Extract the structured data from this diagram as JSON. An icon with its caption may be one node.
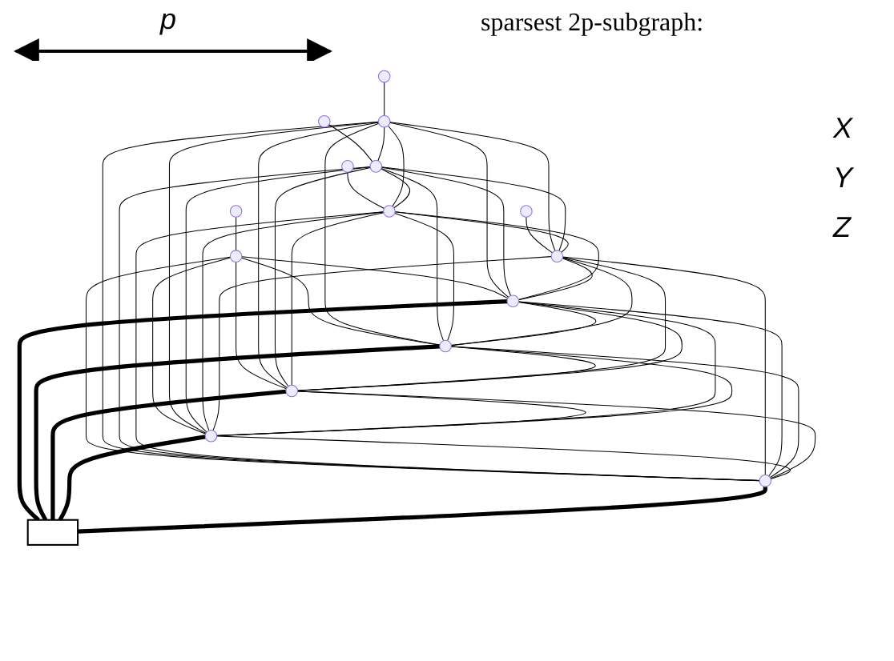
{
  "diagram": {
    "nodes": [
      {
        "text": [],
        "shape": "circle"
      },
      {
        "text": [],
        "shape": "circle"
      },
      {
        "text": [],
        "shape": "circle"
      },
      {
        "text": [],
        "shape": "circle"
      },
      {
        "text": [],
        "shape": "circle"
      },
      {
        "text": [],
        "shape": "circle"
      },
      {
        "text": [],
        "shape": "circle"
      },
      {
        "text": [],
        "shape": "circle"
      },
      {
        "text": [],
        "shape": "circle"
      },
      {
        "text": [],
        "shape": "circle"
      },
      {
        "text": [],
        "shape": "circle"
      },
      {
        "text": [],
        "shape": "circle"
      },
      {
        "text": [],
        "shape": "circle"
      },
      {
        "text": [],
        "shape": "circle"
      },
      {
        "text": [],
        "shape": "circle"
      },
      {
        "text": [],
        "shape": "box"
      }
    ],
    "edges": [
      {
        "from": 0,
        "to": 5,
        "arrow": "none"
      },
      {
        "from": 1,
        "to": 6,
        "arrow": "none"
      },
      {
        "from": 2,
        "to": 7,
        "arrow": "none"
      },
      {
        "from": 3,
        "to": 8,
        "arrow": "none"
      },
      {
        "from": 4,
        "to": 9,
        "arrow": "none"
      },
      {
        "from": 6,
        "to": 7,
        "arrow": "none"
      },
      {
        "from": 6,
        "to": 8,
        "arrow": "none"
      },
      {
        "from": 6,
        "to": 9,
        "arrow": "none"
      },
      {
        "from": 7,
        "to": 8,
        "arrow": "none"
      },
      {
        "from": 7,
        "to": 9,
        "arrow": "none"
      },
      {
        "from": 8,
        "to": 9,
        "arrow": "none"
      },
      {
        "from": 5,
        "to": 10,
        "arrow": "none"
      },
      {
        "from": 5,
        "to": 11,
        "arrow": "none"
      },
      {
        "from": 5,
        "to": 12,
        "arrow": "none"
      },
      {
        "from": 5,
        "to": 13,
        "arrow": "none"
      },
      {
        "from": 5,
        "to": 14,
        "arrow": "none"
      },
      {
        "from": 6,
        "to": 10,
        "arrow": "none"
      },
      {
        "from": 6,
        "to": 11,
        "arrow": "none"
      },
      {
        "from": 6,
        "to": 12,
        "arrow": "none"
      },
      {
        "from": 6,
        "to": 13,
        "arrow": "none"
      },
      {
        "from": 6,
        "to": 14,
        "arrow": "none"
      },
      {
        "from": 7,
        "to": 10,
        "arrow": "none"
      },
      {
        "from": 7,
        "to": 11,
        "arrow": "none"
      },
      {
        "from": 7,
        "to": 12,
        "arrow": "none"
      },
      {
        "from": 7,
        "to": 13,
        "arrow": "none"
      },
      {
        "from": 7,
        "to": 14,
        "arrow": "none"
      },
      {
        "from": 8,
        "to": 10,
        "arrow": "none"
      },
      {
        "from": 8,
        "to": 11,
        "arrow": "none"
      },
      {
        "from": 8,
        "to": 12,
        "arrow": "none"
      },
      {
        "from": 8,
        "to": 13,
        "arrow": "none"
      },
      {
        "from": 8,
        "to": 14,
        "arrow": "none"
      },
      {
        "from": 9,
        "to": 10,
        "arrow": "none"
      },
      {
        "from": 9,
        "to": 11,
        "arrow": "none"
      },
      {
        "from": 9,
        "to": 12,
        "arrow": "none"
      },
      {
        "from": 9,
        "to": 13,
        "arrow": "none"
      },
      {
        "from": 9,
        "to": 14,
        "arrow": "none"
      },
      {
        "from": 10,
        "to": 11,
        "arrow": "none"
      },
      {
        "from": 10,
        "to": 12,
        "arrow": "none"
      },
      {
        "from": 10,
        "to": 13,
        "arrow": "none"
      },
      {
        "from": 10,
        "to": 14,
        "arrow": "none"
      },
      {
        "from": 11,
        "to": 12,
        "arrow": "none"
      },
      {
        "from": 11,
        "to": 13,
        "arrow": "none"
      },
      {
        "from": 11,
        "to": 14,
        "arrow": "none"
      },
      {
        "from": 12,
        "to": 13,
        "arrow": "none"
      },
      {
        "from": 12,
        "to": 14,
        "arrow": "none"
      },
      {
        "from": 13,
        "to": 14,
        "arrow": "none"
      },
      {
        "from": 10,
        "to": 15,
        "arrow": "none",
        "style": "thick"
      },
      {
        "from": 11,
        "to": 15,
        "arrow": "none",
        "style": "thick"
      },
      {
        "from": 12,
        "to": 15,
        "arrow": "none",
        "style": "thick"
      },
      {
        "from": 13,
        "to": 15,
        "arrow": "none",
        "style": "thick"
      },
      {
        "from": 14,
        "to": 15,
        "arrow": "none",
        "style": "thick"
      }
    ],
    "labels": [
      "p",
      "X",
      "Y",
      "Z",
      "sparsest 2p-subgraph:"
    ]
  }
}
